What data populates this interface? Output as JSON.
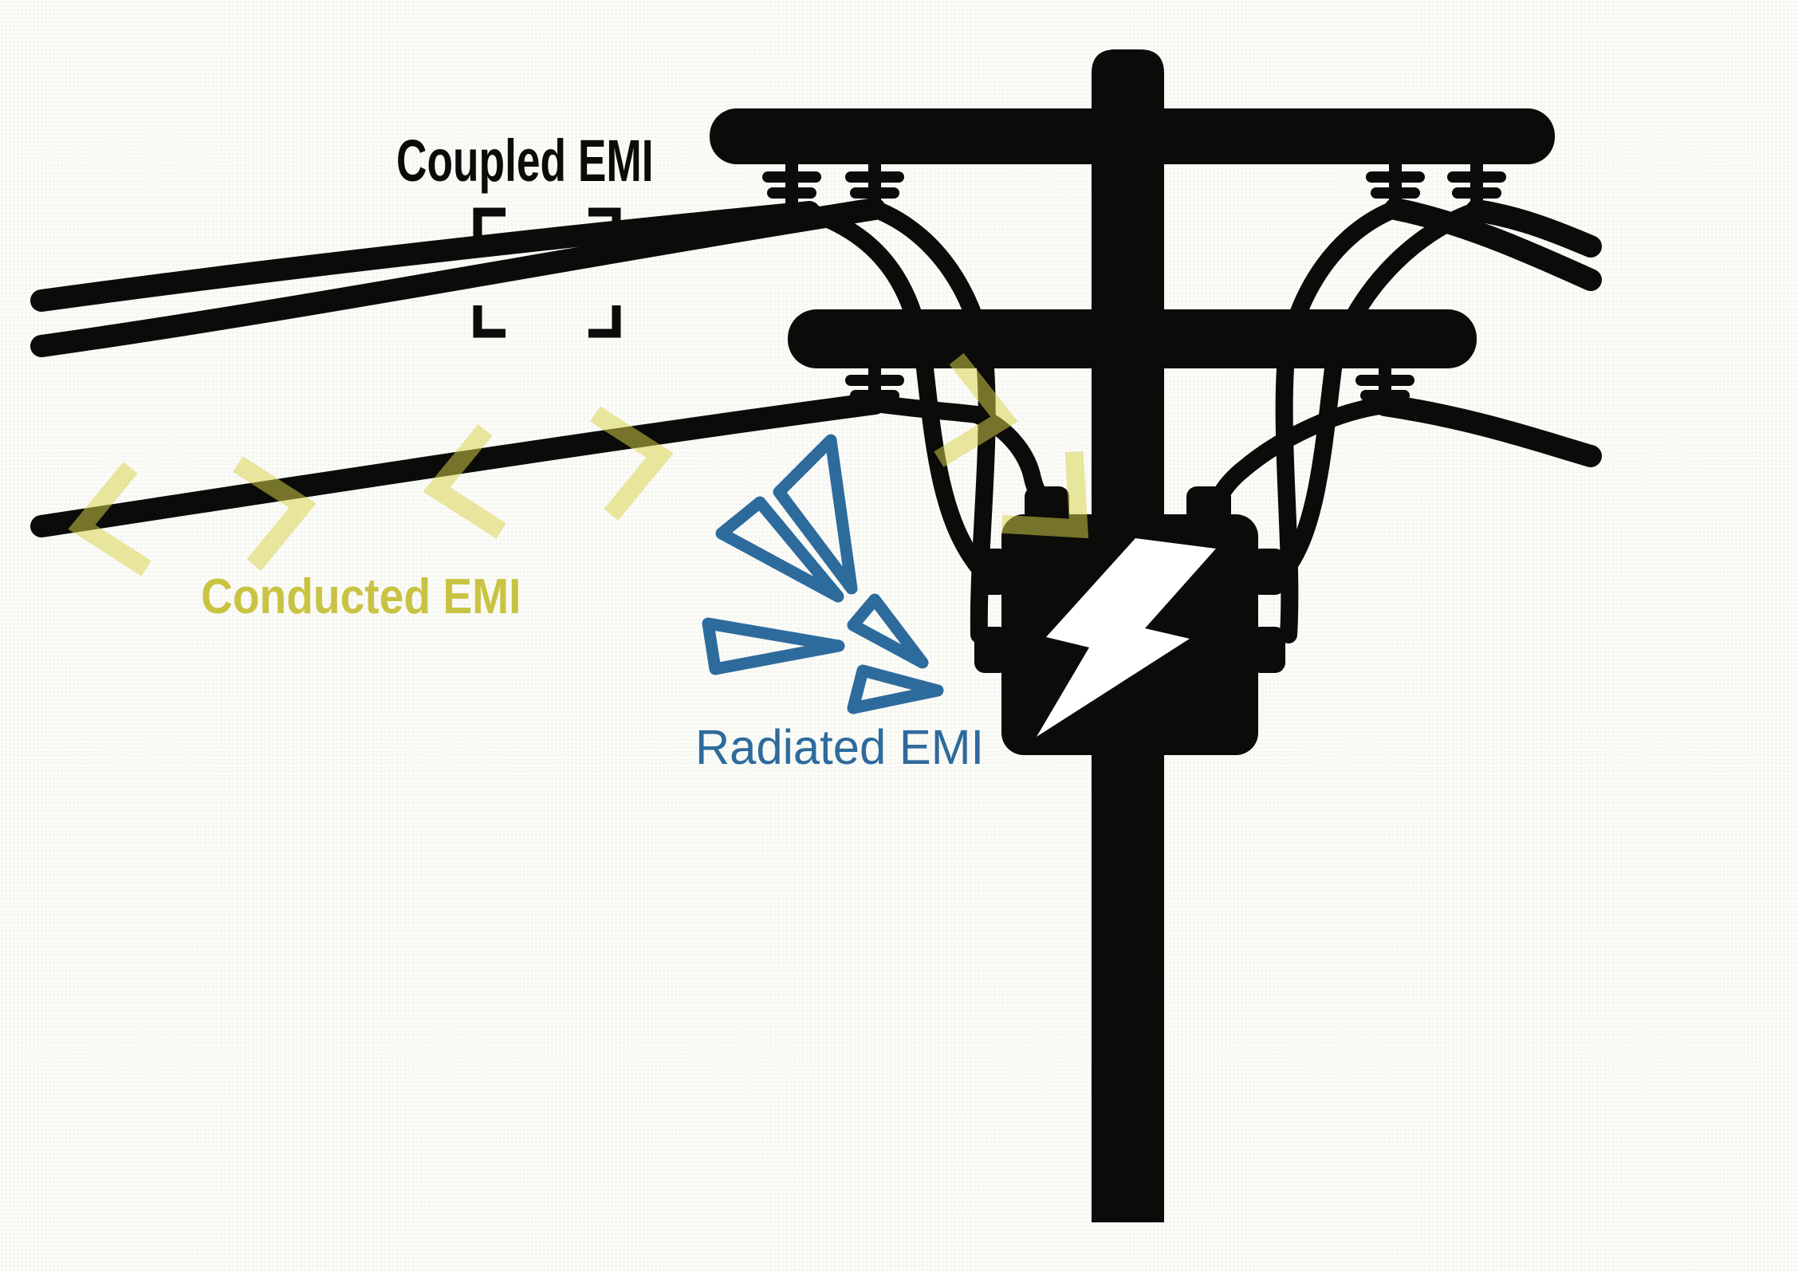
{
  "diagram": {
    "labels": {
      "coupled": "Coupled EMI",
      "conducted": "Conducted EMI",
      "radiated": "Radiated EMI"
    },
    "colors": {
      "ink_black": "#0b0b09",
      "conducted_yellow_text": "#c9c342",
      "conducted_chevron_yellow": "#d9d24b",
      "radiated_blue": "#2e6b9d",
      "background": "#fbfbf8"
    },
    "icons": [
      "utility-pole-icon",
      "transformer-icon",
      "lightning-bolt-icon",
      "coupled-emi-bracket-icon",
      "conducted-emi-chevron-icon",
      "radiated-emi-rays-icon"
    ]
  }
}
